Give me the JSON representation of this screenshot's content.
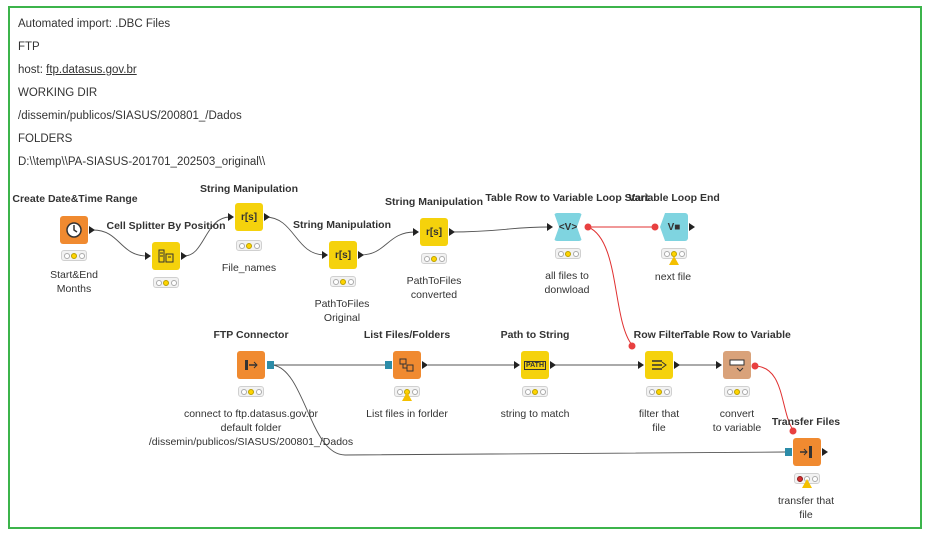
{
  "annotation": {
    "lines": [
      {
        "text": "Automated import: .DBC Files"
      },
      {
        "text": "FTP"
      },
      {
        "prefix": "host: ",
        "link": "ftp.datasus.gov.br"
      },
      {
        "text": "WORKING DIR"
      },
      {
        "text": "/dissemin/publicos/SIASUS/200801_/Dados"
      },
      {
        "text": "FOLDERS"
      },
      {
        "text": "D:\\\\temp\\\\PA-SIASUS-201701_202503_original\\\\"
      }
    ],
    "border_color": "#3cb44b"
  },
  "nodes": {
    "create_date": {
      "title": "Create Date&Time Range",
      "label": "Start&End\nMonths",
      "icon": "clock-icon",
      "color": "#f08a30"
    },
    "cell_splitter": {
      "title": "Cell Splitter By Position",
      "label": "",
      "icon": "cell-splitter-icon",
      "color": "#f5d20c"
    },
    "string_manip_1": {
      "title": "String Manipulation",
      "label": "File_names",
      "icon": "string-manipulation-icon",
      "glyph": "r[s]",
      "color": "#f5d20c"
    },
    "string_manip_2": {
      "title": "String Manipulation",
      "label": "PathToFiles\nOriginal",
      "icon": "string-manipulation-icon",
      "glyph": "r[s]",
      "color": "#f5d20c"
    },
    "string_manip_3": {
      "title": "String Manipulation",
      "label": "PathToFiles\nconverted",
      "icon": "string-manipulation-icon",
      "glyph": "r[s]",
      "color": "#f5d20c"
    },
    "loop_start": {
      "title": "Table Row to Variable Loop Start",
      "label": "all files to\ndonwload",
      "icon": "loop-start-icon",
      "glyph": "<V>",
      "color": "#7fd4e0"
    },
    "loop_end": {
      "title": "Variable Loop End",
      "label": "next file",
      "icon": "loop-end-icon",
      "glyph": "V■",
      "color": "#7fd4e0"
    },
    "ftp_connector": {
      "title": "FTP Connector",
      "label": "connect to ftp.datasus.gov.br\ndefault folder\n/dissemin/publicos/SIASUS/200801_/Dados",
      "icon": "ftp-connector-icon",
      "color": "#f08a30"
    },
    "list_files": {
      "title": "List Files/Folders",
      "label": "List files in forlder",
      "icon": "list-files-icon",
      "color": "#f08a30"
    },
    "path_to_string": {
      "title": "Path to String",
      "label": "string to match",
      "icon": "path-to-string-icon",
      "glyph": "PATH",
      "color": "#f5d20c"
    },
    "row_filter": {
      "title": "Row Filter",
      "label": "filter that\nfile",
      "icon": "row-filter-icon",
      "color": "#f5d20c"
    },
    "row_to_var": {
      "title": "Table Row to Variable",
      "label": "convert\nto variable",
      "icon": "table-row-to-variable-icon",
      "color": "#d9a27a"
    },
    "transfer_files": {
      "title": "Transfer Files",
      "label": "transfer that\nfile",
      "icon": "transfer-files-icon",
      "color": "#f08a30"
    }
  },
  "colors": {
    "data_connection": "#555555",
    "variable_connection": "#e03030",
    "port_blue": "#2c8ca8"
  }
}
